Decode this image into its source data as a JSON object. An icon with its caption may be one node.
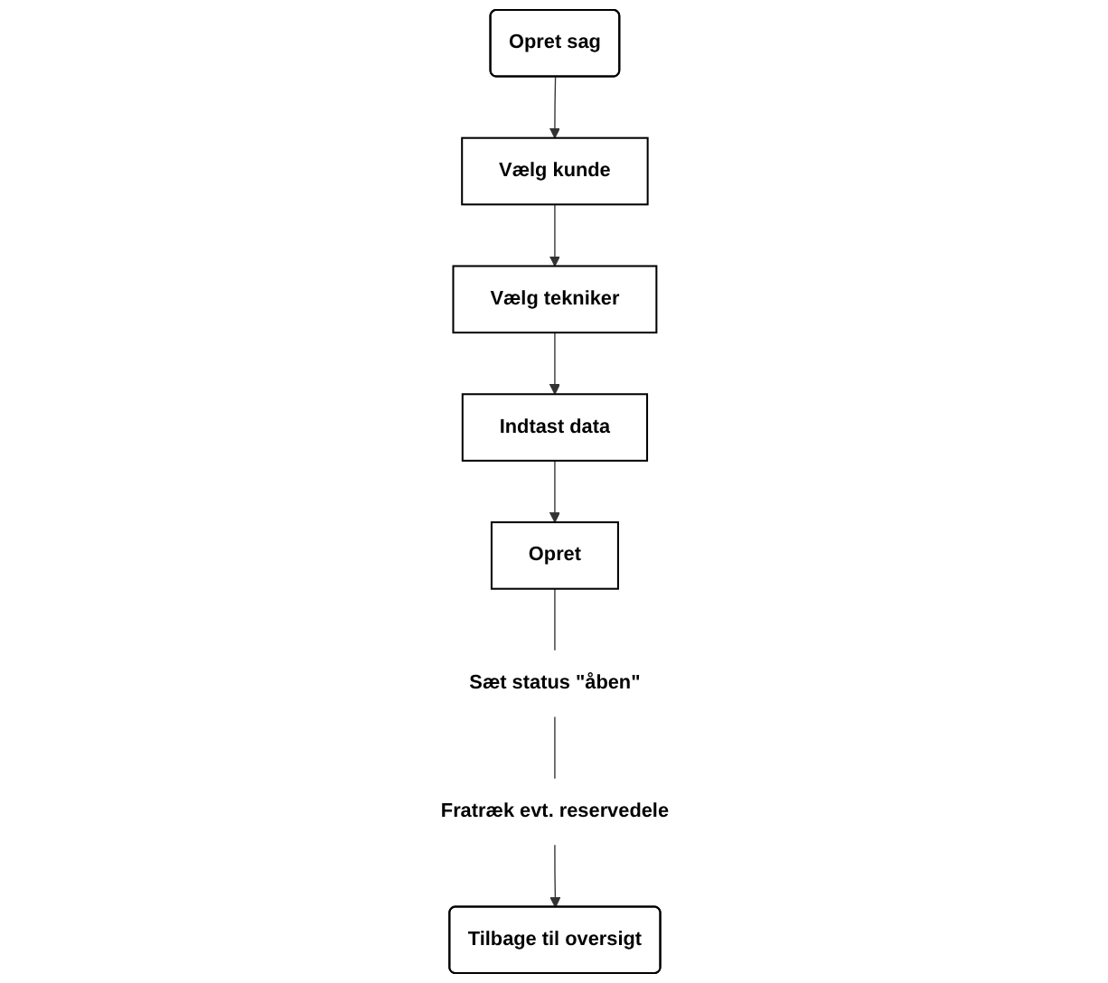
{
  "diagram": {
    "nodes": [
      {
        "text": [
          "Opret sag"
        ]
      },
      {
        "text": [
          "Vælg kunde"
        ]
      },
      {
        "text": [
          "Vælg tekniker"
        ]
      },
      {
        "text": [
          "Indtast data"
        ]
      },
      {
        "text": [
          "Opret"
        ]
      },
      {
        "text": [
          "Sæt status \"åben\""
        ]
      },
      {
        "text": [
          "Fratræk evt. reservedele"
        ]
      },
      {
        "text": [
          "Tilbage til oversigt"
        ]
      }
    ],
    "edges": [
      {
        "from": 0,
        "to": 1,
        "arrow": "to"
      },
      {
        "from": 1,
        "to": 2,
        "arrow": "to"
      },
      {
        "from": 2,
        "to": 3,
        "arrow": "to"
      },
      {
        "from": 3,
        "to": 4,
        "arrow": "to"
      },
      {
        "from": 4,
        "to": 5,
        "arrow": "none"
      },
      {
        "from": 5,
        "to": 6,
        "arrow": "none"
      },
      {
        "from": 6,
        "to": 7,
        "arrow": "to"
      }
    ]
  }
}
